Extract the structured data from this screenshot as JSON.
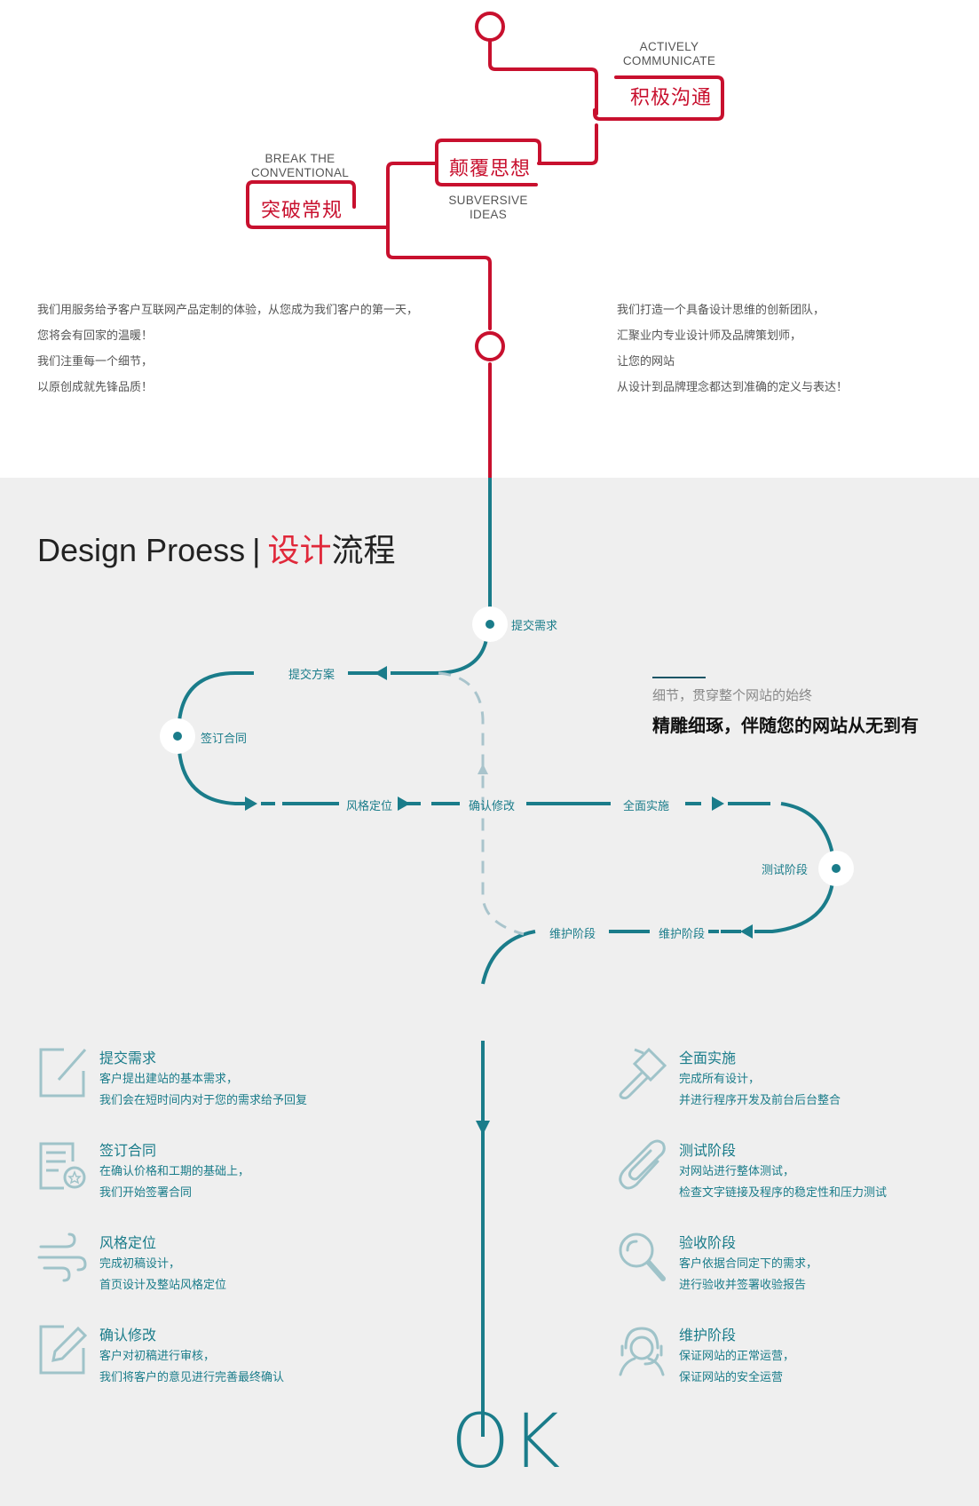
{
  "top": {
    "actively": {
      "en": "ACTIVELY\nCOMMUNICATE",
      "cn": "积极沟通"
    },
    "subversive": {
      "en": "SUBVERSIVE\nIDEAS",
      "cn": "颠覆思想"
    },
    "break": {
      "en": "BREAK THE\nCONVENTIONAL",
      "cn": "突破常规"
    },
    "left_para": [
      "我们用服务给予客户互联网产品定制的体验，从您成为我们客户的第一天，",
      "您将会有回家的温暖！",
      "我们注重每一个细节，",
      "以原创成就先锋品质！"
    ],
    "right_para": [
      "我们打造一个具备设计思维的创新团队，",
      "汇聚业内专业设计师及品牌策划师，",
      "让您的网站",
      "从设计到品牌理念都达到准确的定义与表达！"
    ]
  },
  "title": {
    "en": "Design Proess",
    "sep": "|",
    "cn_red": "设计",
    "cn_dark": "流程"
  },
  "flow": {
    "submit_req": "提交需求",
    "submit_plan": "提交方案",
    "sign": "签订合同",
    "style": "风格定位",
    "confirm": "确认修改",
    "full": "全面实施",
    "test": "测试阶段",
    "maintain_a": "维护阶段",
    "maintain_b": "维护阶段"
  },
  "slogan": {
    "sub": "细节，贯穿整个网站的始终",
    "main": "精雕细琢，伴随您的网站从无到有"
  },
  "steps_left": [
    {
      "title": "提交需求",
      "l1": "客户提出建站的基本需求，",
      "l2": "我们会在短时间内对于您的需求给予回复",
      "icon": "edit-icon"
    },
    {
      "title": "签订合同",
      "l1": "在确认价格和工期的基础上，",
      "l2": "我们开始签署合同",
      "icon": "contract-icon"
    },
    {
      "title": "风格定位",
      "l1": "完成初稿设计，",
      "l2": "首页设计及整站风格定位",
      "icon": "wind-icon"
    },
    {
      "title": "确认修改",
      "l1": "客户对初稿进行审核，",
      "l2": "我们将客户的意见进行完善最终确认",
      "icon": "pencil-icon"
    }
  ],
  "steps_right": [
    {
      "title": "全面实施",
      "l1": "完成所有设计，",
      "l2": "并进行程序开发及前台后台整合",
      "icon": "hammer-icon"
    },
    {
      "title": "测试阶段",
      "l1": "对网站进行整体测试，",
      "l2": "检查文字链接及程序的稳定性和压力测试",
      "icon": "paperclip-icon"
    },
    {
      "title": "验收阶段",
      "l1": "客户依据合同定下的需求，",
      "l2": "进行验收并签署收验报告",
      "icon": "magnifier-icon"
    },
    {
      "title": "维护阶段",
      "l1": "保证网站的正常运营，",
      "l2": "保证网站的安全运营",
      "icon": "support-icon"
    }
  ],
  "ok": "OK",
  "colors": {
    "red": "#c8102e",
    "teal": "#1a7c8a",
    "light_teal": "#a9c4cc"
  }
}
